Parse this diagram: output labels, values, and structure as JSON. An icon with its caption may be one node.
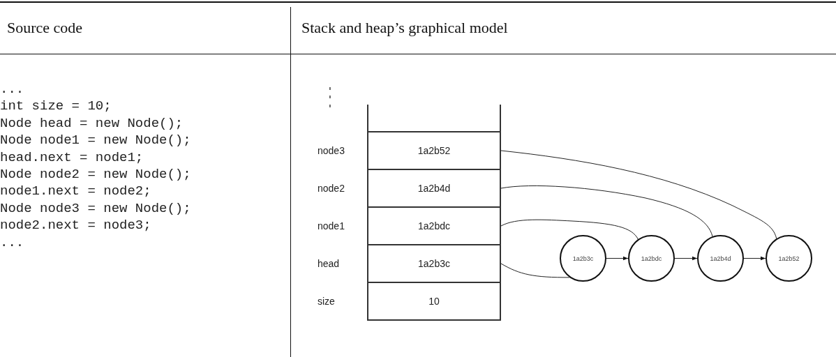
{
  "diagram": {
    "nodes": [
      {
        "text": [],
        "shape": "box"
      },
      {
        "text": [
          "1a2b52"
        ],
        "beside": [
          "node3"
        ]
      },
      {
        "text": [
          "1a2b4d"
        ],
        "beside": [
          "node2"
        ]
      },
      {
        "text": [
          "1a2bdc"
        ],
        "beside": [
          "node1"
        ]
      },
      {
        "text": [
          "1a2b3c"
        ],
        "beside": [
          "head"
        ]
      },
      {
        "text": [
          "10"
        ],
        "beside": [
          "size"
        ]
      },
      {
        "text": [
          "1a2b3c"
        ]
      },
      {
        "text": [
          "1a2bdc"
        ]
      },
      {
        "text": [
          "1a2b4d"
        ]
      },
      {
        "text": [
          "1a2b52"
        ]
      }
    ],
    "edges": [
      {
        "from": 1,
        "to": 9,
        "arrow": "none"
      },
      {
        "from": 2,
        "to": 8,
        "arrow": "none"
      },
      {
        "from": 3,
        "to": 7,
        "arrow": "none"
      },
      {
        "from": 4,
        "to": 6,
        "arrow": "none"
      },
      {
        "from": 6,
        "to": 7,
        "arrow": "to"
      },
      {
        "from": 7,
        "to": 8,
        "arrow": "to"
      },
      {
        "from": 8,
        "to": 9,
        "arrow": "to"
      }
    ],
    "labels": [
      "Source code",
      "Stack and heap’s graphical model",
      "...",
      "int size = 10;",
      "Node head = new Node();",
      "Node node1 = new Node();",
      "head.next = node1;",
      "Node node2 = new Node();",
      "node1.next = node2;",
      "Node node3 = new Node();",
      "node2.next = node3;",
      "...",
      "⋮"
    ]
  }
}
